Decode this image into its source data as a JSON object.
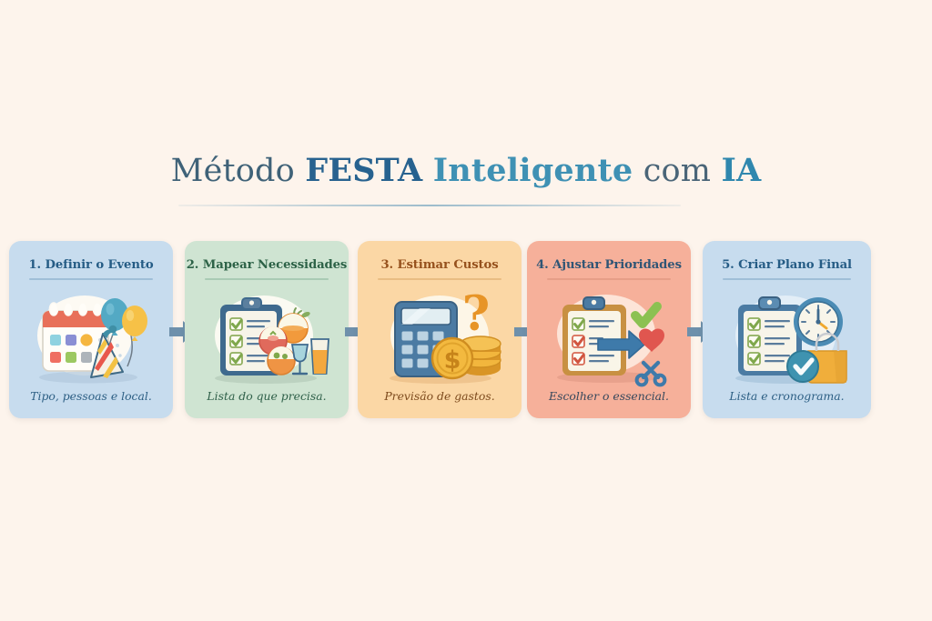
{
  "background_color": "#fdf4ec",
  "title": {
    "full_text": "Método FESTA Inteligente com IA",
    "part_metodo": "Método",
    "part_festa": "FESTA",
    "part_inteligente": "Inteligente",
    "part_com": "com",
    "part_ia": "IA",
    "colors": {
      "metodo": "#3f6278",
      "festa": "#27628f",
      "inteligente": "#3f91b4",
      "com": "#4a6578",
      "ia": "#2f87ae"
    }
  },
  "steps": [
    {
      "number": "1.",
      "title": "1. Definir o Evento",
      "caption": "Tipo, pessoas e local.",
      "bg_color": "#c7dcee",
      "title_color": "#255c85",
      "caption_color": "#2d5f84",
      "rule_color": "#7ea8c6",
      "icon": "calendar-balloons-partyhat-icon"
    },
    {
      "number": "2.",
      "title": "2. Mapear Necessidades",
      "caption": "Lista do que precisa.",
      "bg_color": "#cfe4d2",
      "title_color": "#2d6247",
      "caption_color": "#2f6049",
      "rule_color": "#8ab79b",
      "icon": "clipboard-food-drinks-icon"
    },
    {
      "number": "3.",
      "title": "3. Estimar Custos",
      "caption": "Previsão de gastos.",
      "bg_color": "#fbd7a5",
      "title_color": "#96511d",
      "caption_color": "#7d4a1d",
      "rule_color": "#dba868",
      "icon": "calculator-coins-question-icon"
    },
    {
      "number": "4.",
      "title": "4. Ajustar Prioridades",
      "caption": "Escolher o essencial.",
      "bg_color": "#f6b09a",
      "title_color": "#2f5575",
      "caption_color": "#36485c",
      "rule_color": "#d98f79",
      "icon": "clipboard-arrow-heart-scissors-icon"
    },
    {
      "number": "5.",
      "title": "5. Criar Plano Final",
      "caption": "Lista e cronograma.",
      "bg_color": "#c7dcee",
      "title_color": "#255c85",
      "caption_color": "#2d5f84",
      "rule_color": "#7ea8c6",
      "icon": "clipboard-clock-bag-check-icon"
    }
  ],
  "connectors": {
    "count": 4,
    "shape": "right-arrow",
    "color": "#6e90ab",
    "names": [
      "arrow-step1-to-step2",
      "arrow-step2-to-step3",
      "arrow-step3-to-step4",
      "arrow-step4-to-step5"
    ]
  }
}
